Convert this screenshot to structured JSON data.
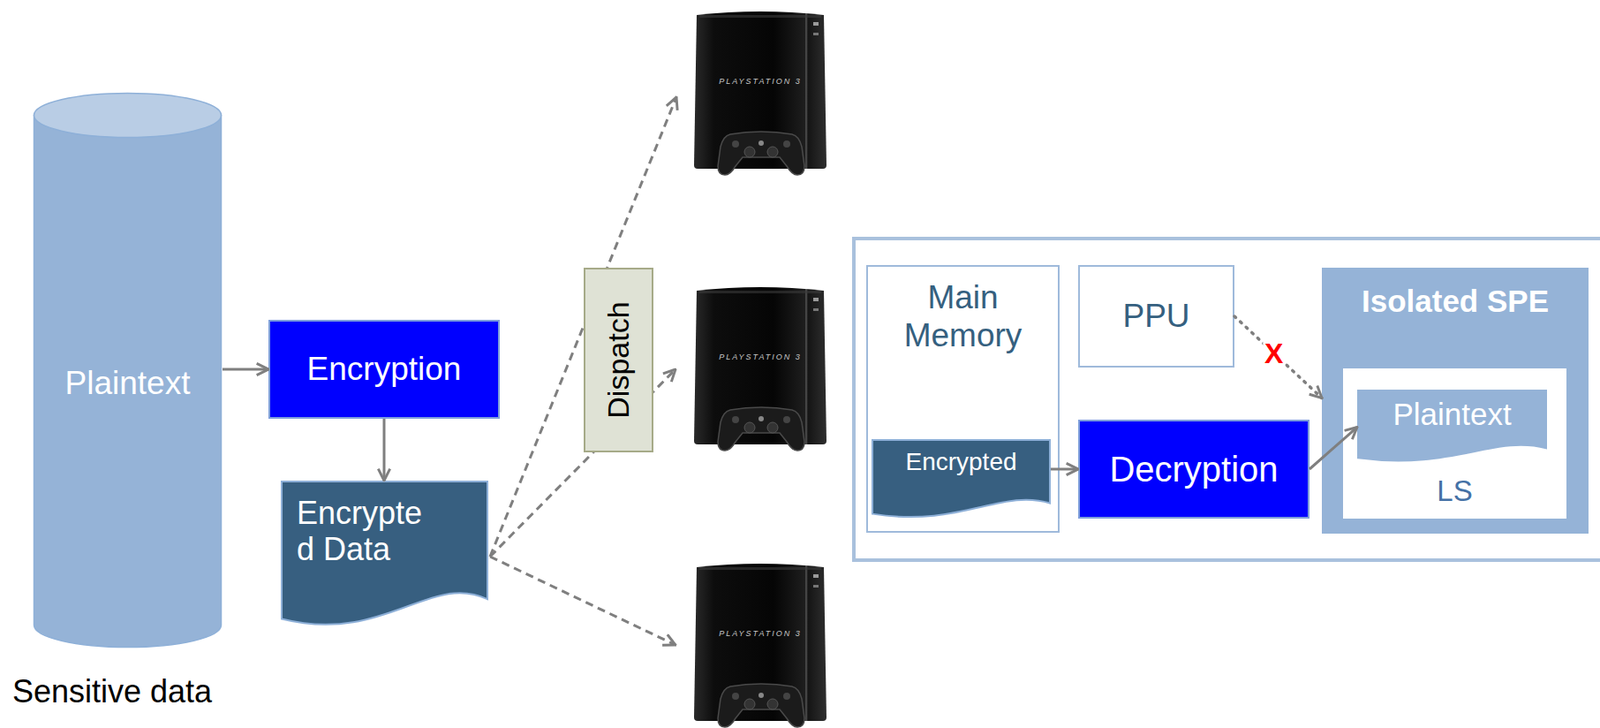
{
  "diagram": {
    "nodes": [
      {
        "text": [
          "Plaintext"
        ]
      },
      {
        "text": [
          "Encryption"
        ]
      },
      {
        "text": [
          "Encrypte d Data"
        ]
      },
      {
        "text": [
          "Dispatch"
        ]
      },
      {
        "text": [
          "Main Memory"
        ]
      },
      {
        "text": [
          "Encrypted"
        ],
        "in": 4
      },
      {
        "text": [
          "PPU"
        ]
      },
      {
        "text": [
          "Decryption"
        ]
      },
      {
        "text": [
          "Isolated SPE"
        ]
      },
      {
        "text": [
          "LS"
        ],
        "in": 8
      },
      {
        "text": [
          "Plaintext"
        ],
        "in": 9
      }
    ],
    "edges": [
      {
        "from": 0,
        "to": 1,
        "arrow": "to"
      },
      {
        "from": 1,
        "to": 2,
        "arrow": "to"
      },
      {
        "from": 5,
        "to": 7,
        "arrow": "to"
      },
      {
        "from": 7,
        "to": 10,
        "arrow": "to"
      },
      {
        "from": 6,
        "to": 8,
        "label": "X",
        "arrow": "to"
      }
    ],
    "labels": [
      "Sensitive data",
      "PLAYSTATION 3",
      "PLAYSTATION 3",
      "PLAYSTATION 3"
    ]
  }
}
